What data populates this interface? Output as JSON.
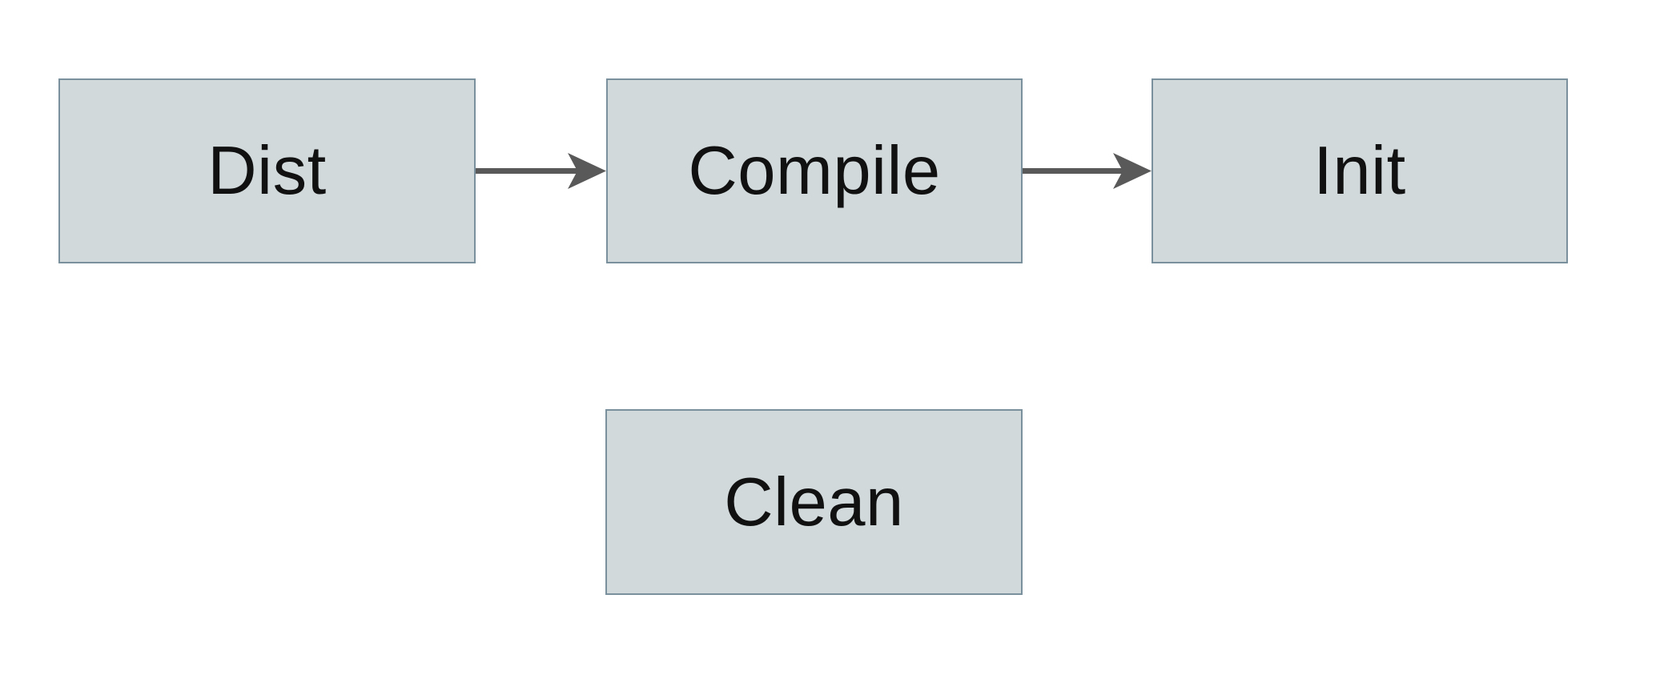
{
  "diagram": {
    "type": "flowchart",
    "colors": {
      "canvas_bg": "#ffffff",
      "node_fill": "#d1d9db",
      "node_border": "#7a909c",
      "arrow_color": "#595959",
      "text_color": "#111111"
    },
    "nodes": [
      {
        "id": "dist",
        "label": "Dist"
      },
      {
        "id": "compile",
        "label": "Compile"
      },
      {
        "id": "init",
        "label": "Init"
      },
      {
        "id": "clean",
        "label": "Clean"
      }
    ],
    "edges": [
      {
        "from": "Dist",
        "to": "Compile",
        "direction": "right"
      },
      {
        "from": "Compile",
        "to": "Init",
        "direction": "right"
      }
    ]
  }
}
